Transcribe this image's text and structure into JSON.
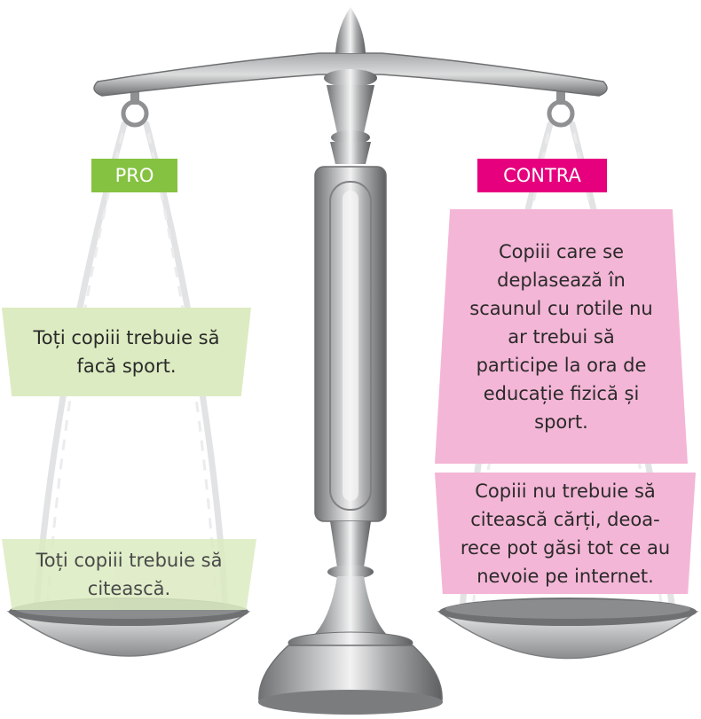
{
  "pro": {
    "label": "PRO",
    "color": "#86c241",
    "card_color": "#dcebc1",
    "arguments": [
      "Toți copiii trebuie să facă sport.",
      "Toți copiii trebuie să citească."
    ]
  },
  "contra": {
    "label": "CONTRA",
    "color": "#e6007e",
    "card_color": "#f4b6d6",
    "arguments": [
      "Copiii care se deplasează în scaunul cu rotile nu ar trebui să participe la ora de educație fizică și sport.",
      "Copiii nu trebuie să citească cărți, deoa-rece pot găsi tot ce au nevoie pe internet."
    ]
  },
  "icons": [
    "balance-scale-icon"
  ]
}
